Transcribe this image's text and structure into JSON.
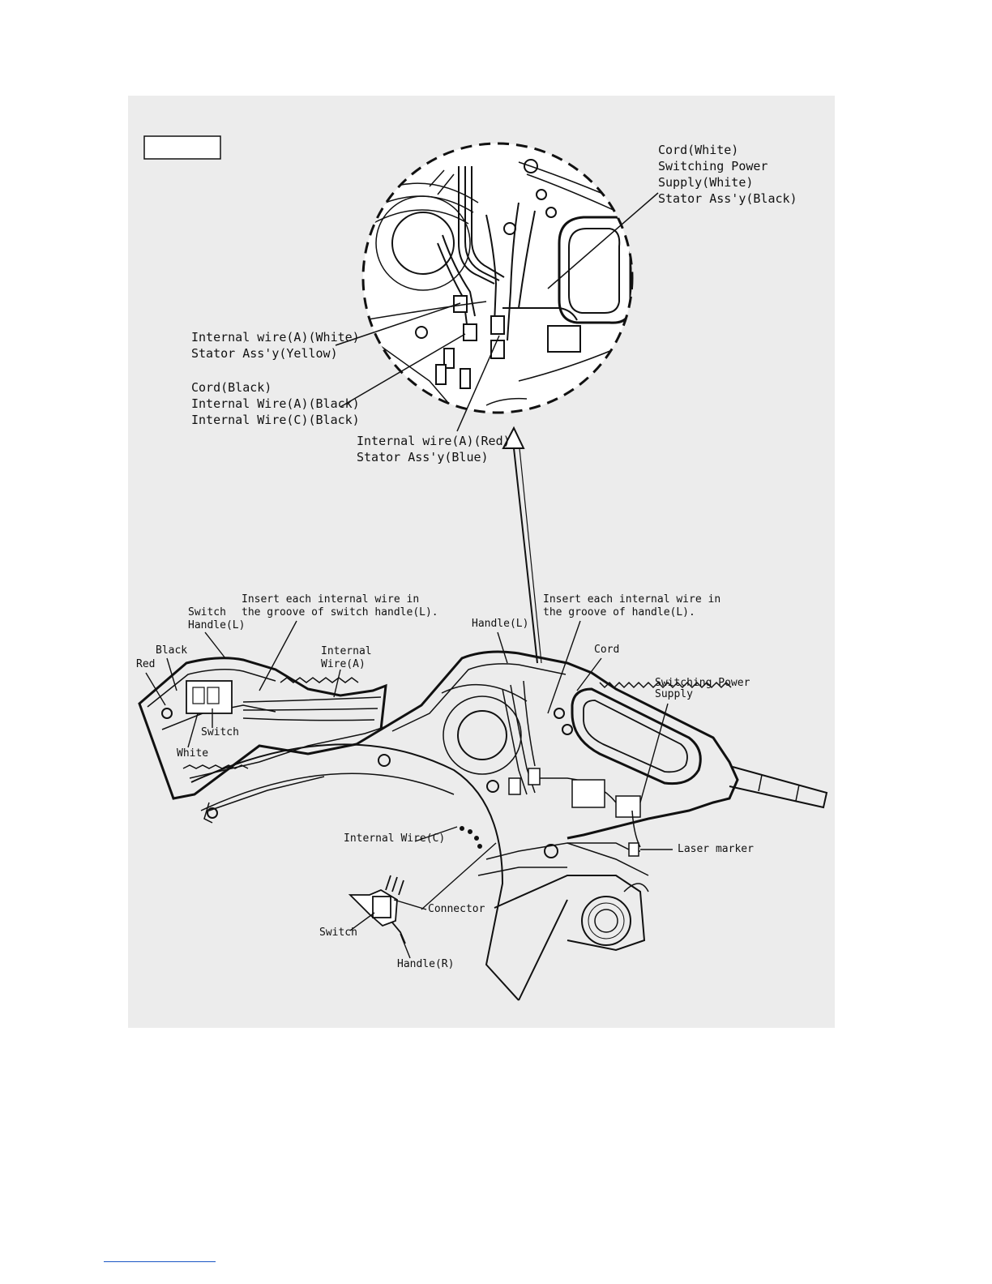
{
  "colors": {
    "panel": "#ececec",
    "ink": "#111111",
    "footer_link": "#1a56c4"
  },
  "detail_view": {
    "labels": {
      "cord_white": "Cord(White)",
      "switching_power": "Switching Power",
      "supply_white": "Supply(White)",
      "stator_black": "Stator Ass'y(Black)",
      "internal_a_white": "Internal wire(A)(White)",
      "stator_yellow": "Stator Ass'y(Yellow)",
      "cord_black": "Cord(Black)",
      "internal_a_black": "Internal Wire(A)(Black)",
      "internal_c_black": "Internal Wire(C)(Black)",
      "internal_a_red": "Internal wire(A)(Red)",
      "stator_blue": "Stator Ass'y(Blue)"
    }
  },
  "main_view": {
    "labels": {
      "insert_switch_line1": "Insert each internal wire in",
      "insert_switch_line2": "the groove of switch handle(L).",
      "insert_handle_line1": "Insert each internal wire in",
      "insert_handle_line2": "the groove of handle(L).",
      "switch_handle_line1": "Switch",
      "switch_handle_line2": "Handle(L)",
      "black": "Black",
      "red": "Red",
      "internal_line1": "Internal",
      "internal_line2": "Wire(A)",
      "switch_upper": "Switch",
      "white": "White",
      "handle_l": "Handle(L)",
      "cord": "Cord",
      "switching_power_line1": "Switching Power",
      "switching_power_line2": "Supply",
      "laser_marker": "Laser marker",
      "internal_wire_c": "Internal Wire(C)",
      "connector": "Connector",
      "switch_lower": "Switch",
      "handle_r": "Handle(R)"
    }
  }
}
